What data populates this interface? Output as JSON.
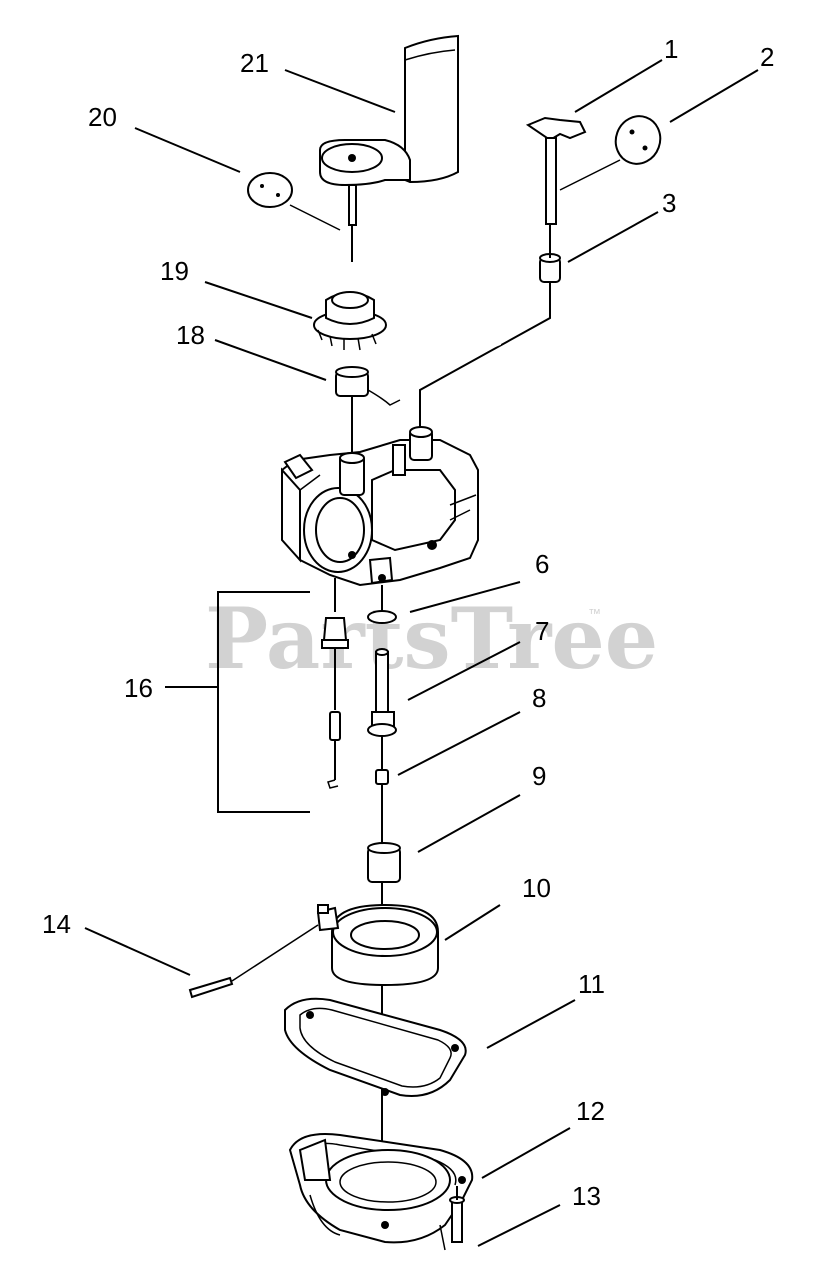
{
  "watermark": {
    "text": "PartsTree",
    "trademark": "™"
  },
  "callouts": {
    "c1": "1",
    "c2": "2",
    "c3": "3",
    "c6": "6",
    "c7": "7",
    "c8": "8",
    "c9": "9",
    "c10": "10",
    "c11": "11",
    "c12": "12",
    "c13": "13",
    "c14": "14",
    "c16": "16",
    "c18": "18",
    "c19": "19",
    "c20": "20",
    "c21": "21"
  }
}
